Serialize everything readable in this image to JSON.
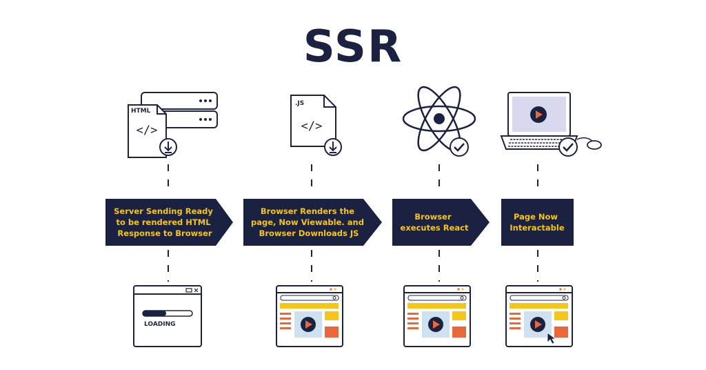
{
  "title": "SSR",
  "steps": [
    {
      "lines": [
        "Server Sending Ready",
        "to be rendered HTML",
        "Response to Browser"
      ],
      "icon_label": "HTML"
    },
    {
      "lines": [
        "Browser Renders the",
        "page, Now Viewable. and",
        "Browser Downloads JS"
      ],
      "icon_label": ".JS"
    },
    {
      "lines": [
        "Browser",
        "executes React"
      ]
    },
    {
      "lines": [
        "Page Now",
        "Interactable"
      ]
    }
  ],
  "code_glyph": "</>",
  "loading_text": "LOADING",
  "colors": {
    "navy": "#1b2140",
    "yellow": "#f5c518",
    "orange": "#e8673b",
    "light_blue": "#cfe1ee",
    "laptop_screen": "#d8d8ee"
  },
  "icons": [
    "server-icon",
    "html-file-icon",
    "js-file-icon",
    "download-icon",
    "react-atom-icon",
    "checkmark-icon",
    "laptop-icon",
    "mouse-icon",
    "play-icon",
    "browser-window-icon",
    "cursor-icon"
  ]
}
